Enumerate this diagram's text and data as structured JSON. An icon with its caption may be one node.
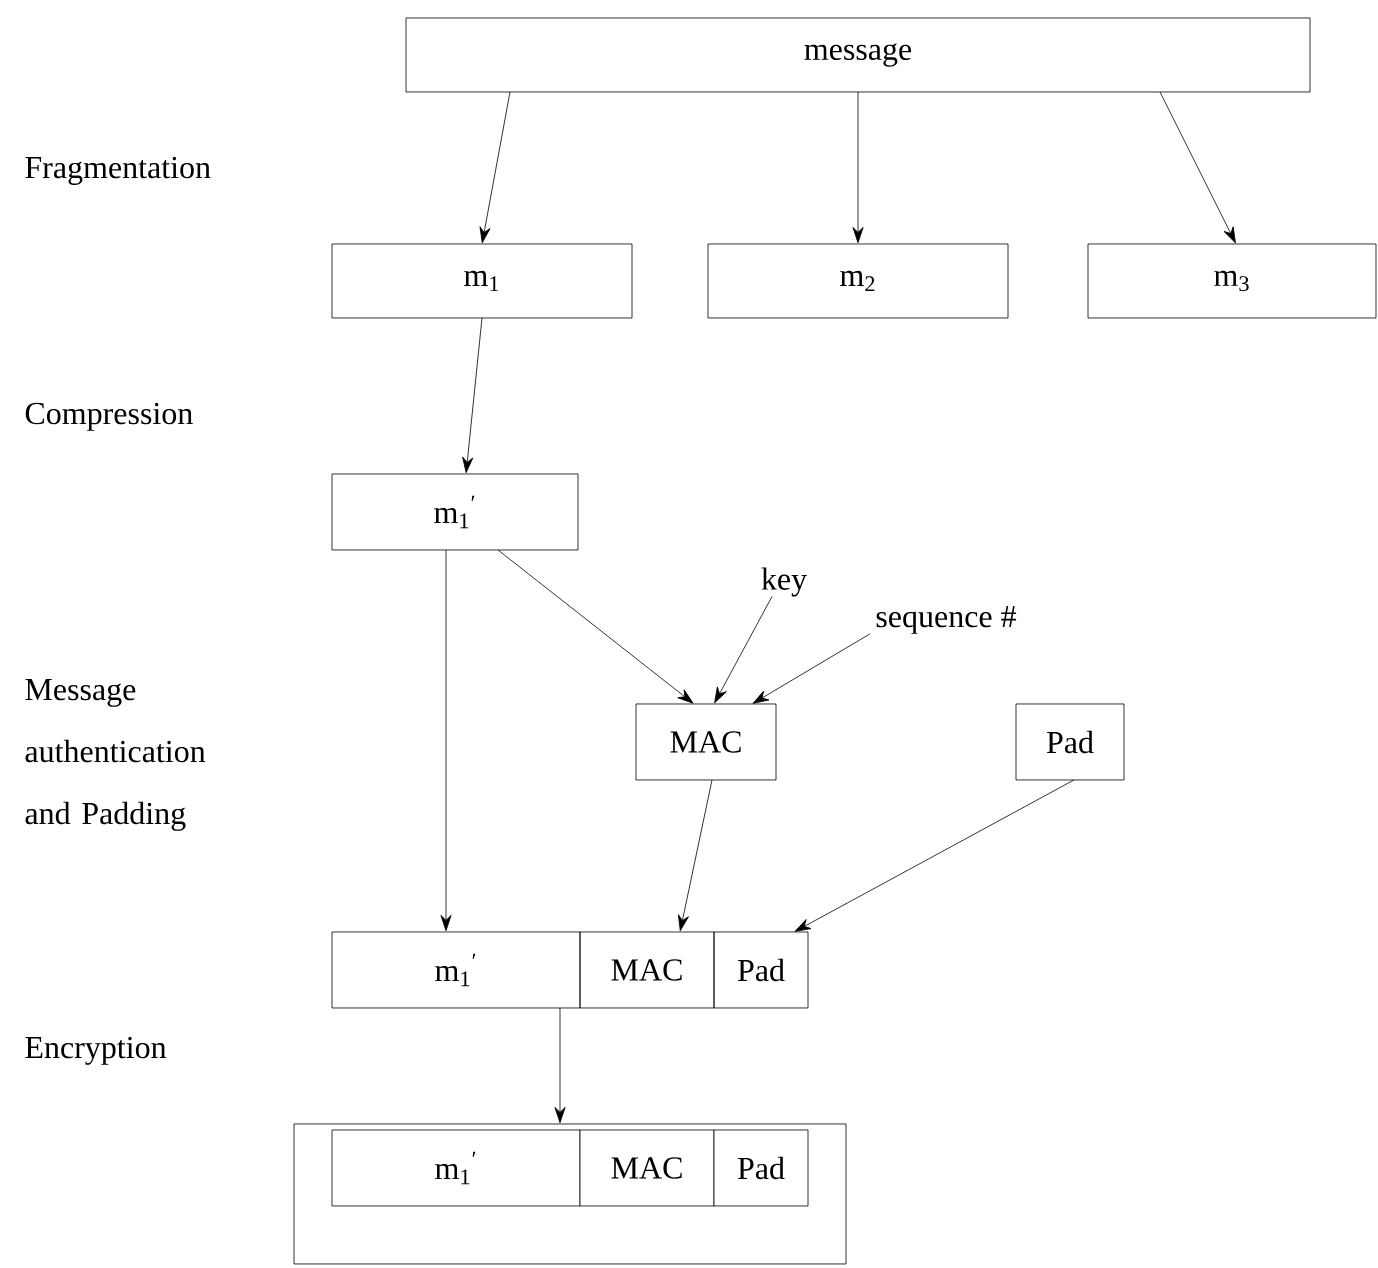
{
  "diagram": {
    "nodes": [
      {
        "text": [
          "message"
        ]
      },
      {
        "text": [
          "m$_{1}$"
        ]
      },
      {
        "text": [
          "m$_{2}$"
        ]
      },
      {
        "text": [
          "m$_{3}$"
        ]
      },
      {
        "text": [
          "m$_{1}$$^{′}$"
        ]
      },
      {
        "text": [
          "key"
        ]
      },
      {
        "text": [
          "sequence #"
        ]
      },
      {
        "text": [
          "MAC"
        ]
      },
      {
        "text": [
          "Pad"
        ]
      },
      {
        "text": [
          "m$_{1}$$^{′}$"
        ]
      },
      {
        "text": [
          "MAC"
        ]
      },
      {
        "text": [
          "Pad"
        ]
      },
      {
        "text": [],
        "shape": "box"
      },
      {
        "text": [
          "m$_{1}$$^{′}$"
        ],
        "in": 12
      },
      {
        "text": [
          "MAC"
        ],
        "in": 12
      },
      {
        "text": [
          "Pad"
        ],
        "in": 12
      }
    ],
    "edges": [
      {
        "from": 0,
        "to": 1,
        "arrow": "to"
      },
      {
        "from": 0,
        "to": 2,
        "arrow": "to"
      },
      {
        "from": 0,
        "to": 3,
        "arrow": "to"
      },
      {
        "from": 1,
        "to": 4,
        "arrow": "to"
      },
      {
        "from": 4,
        "to": 7,
        "arrow": "to"
      },
      {
        "from": 5,
        "to": 7,
        "arrow": "to"
      },
      {
        "from": 6,
        "to": 7,
        "arrow": "to"
      },
      {
        "from": 4,
        "to": 9,
        "arrow": "to"
      },
      {
        "from": 7,
        "to": 10,
        "arrow": "to"
      },
      {
        "from": 8,
        "to": 11,
        "arrow": "to"
      },
      {
        "from": 9,
        "to": 12,
        "arrow": "to"
      }
    ],
    "labels": [
      "Fragmentation",
      "Compression",
      "Message authentication and Padding",
      "Encryption"
    ]
  }
}
